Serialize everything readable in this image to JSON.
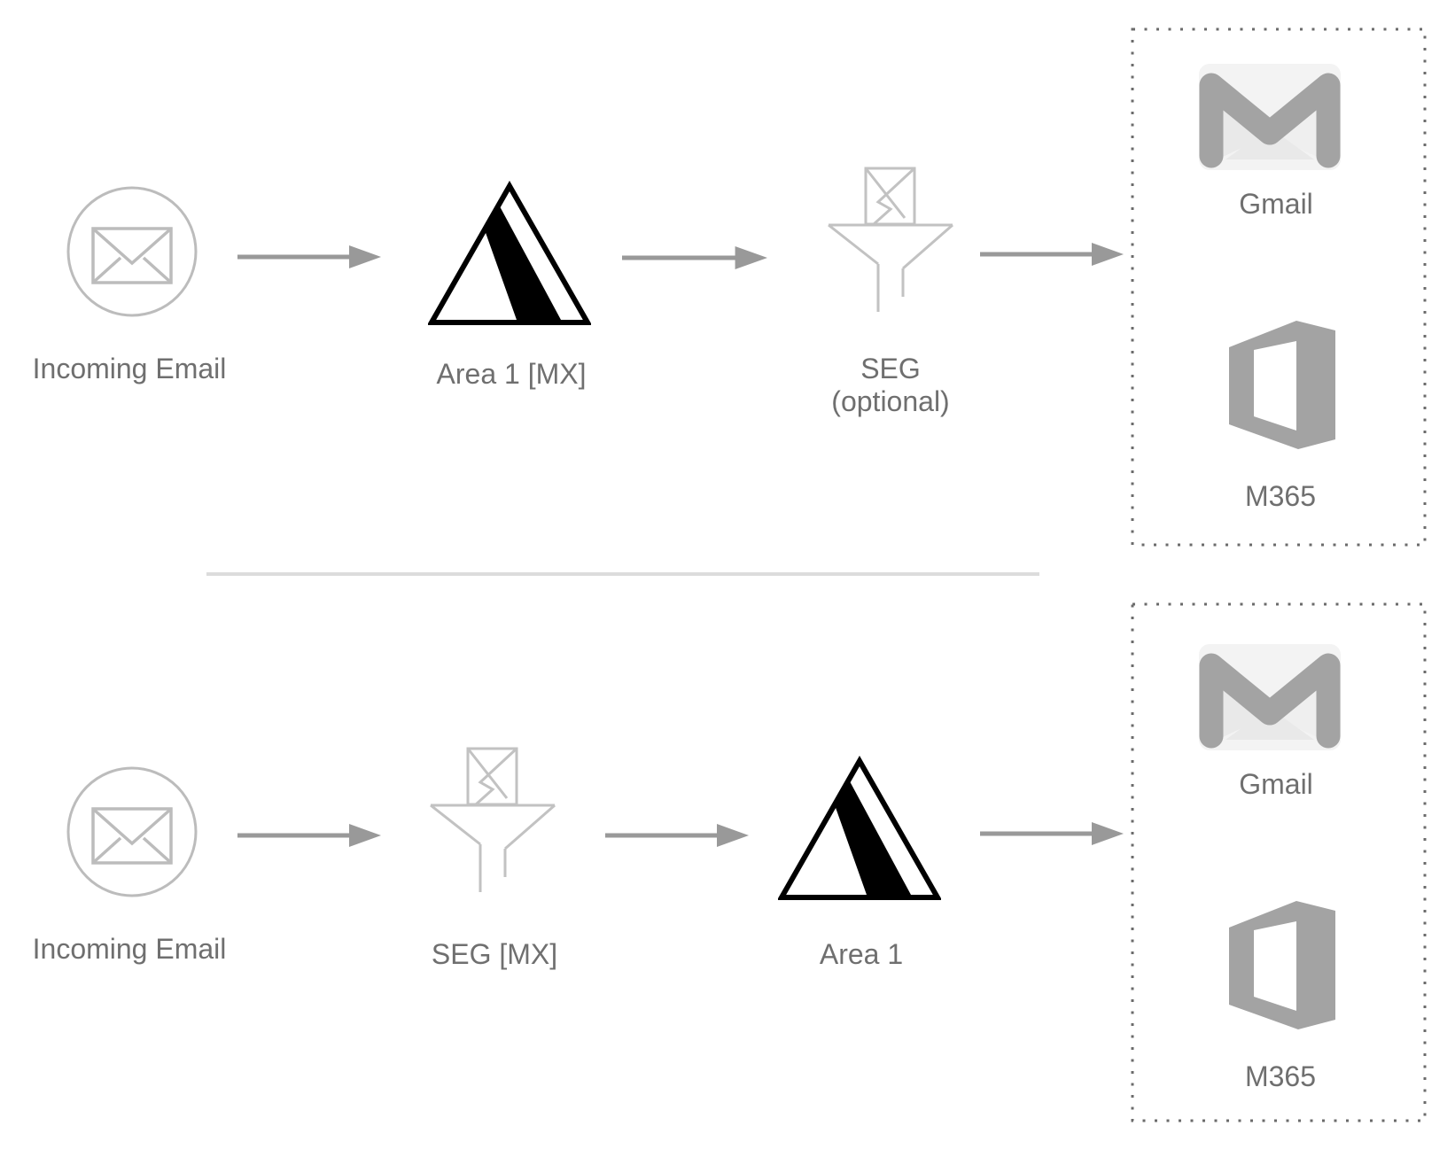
{
  "colors": {
    "label_gray": "#6f6f6f",
    "arrow_gray": "#999999",
    "outline_gray": "#bcbcbc",
    "funnel_gray": "#c2c2c2",
    "logo_gray": "#a3a3a3",
    "gmail_body": "#f3f3f3",
    "gmail_shade": "#e9e9e9",
    "triangle_black": "#000000",
    "dotted_border": "#6b6b6b",
    "divider": "#dcdcdc"
  },
  "flow1": {
    "source": {
      "label": "Incoming Email",
      "icon": "envelope-circle-icon"
    },
    "step1": {
      "label": "Area 1 [MX]",
      "icon": "area1-triangle-icon"
    },
    "step2": {
      "label": "SEG",
      "sublabel": "(optional)",
      "icon": "seg-funnel-icon"
    },
    "destinations": {
      "gmail": {
        "label": "Gmail",
        "icon": "gmail-icon"
      },
      "m365": {
        "label": "M365",
        "icon": "m365-icon"
      }
    }
  },
  "flow2": {
    "source": {
      "label": "Incoming Email",
      "icon": "envelope-circle-icon"
    },
    "step1": {
      "label": "SEG [MX]",
      "icon": "seg-funnel-icon"
    },
    "step2": {
      "label": "Area 1",
      "icon": "area1-triangle-icon"
    },
    "destinations": {
      "gmail": {
        "label": "Gmail",
        "icon": "gmail-icon"
      },
      "m365": {
        "label": "M365",
        "icon": "m365-icon"
      }
    }
  }
}
